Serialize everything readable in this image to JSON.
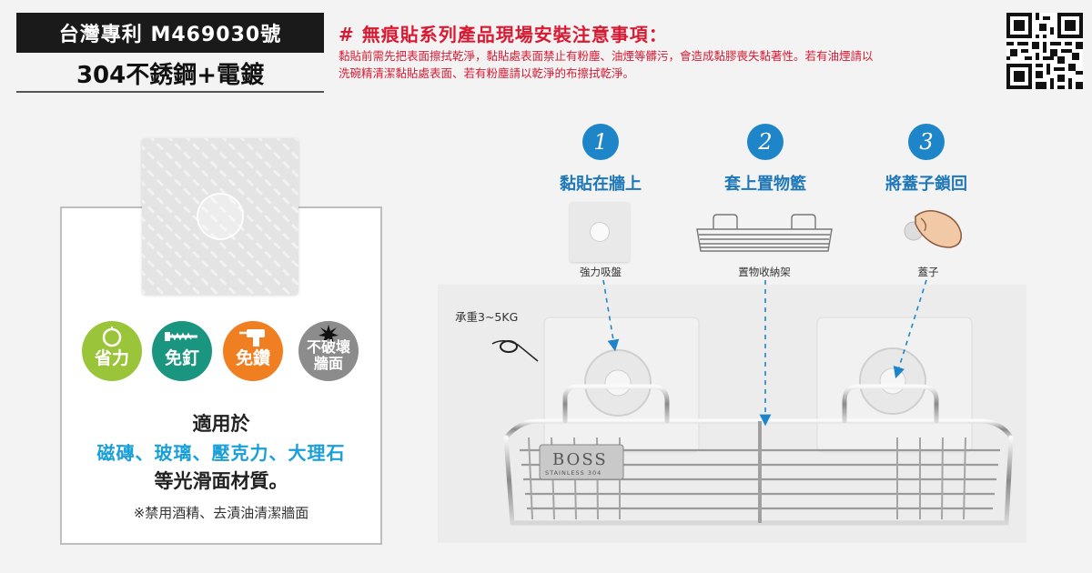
{
  "header": {
    "patent": "台灣專利 M469030號",
    "material": "304不銹鋼+電鍍"
  },
  "notice": {
    "title": "# 無痕貼系列產品現場安裝注意事項：",
    "line1": "黏貼前需先把表面擦拭乾淨，黏貼處表面禁止有粉塵、油煙等髒污，會造成黏膠喪失黏著性。若有油煙請以",
    "line2": "洗碗精清潔黏貼處表面、若有粉塵請以乾淨的布擦拭乾淨。"
  },
  "features": [
    {
      "label": "省力",
      "icon": "ring-icon",
      "color": "#9ac43a"
    },
    {
      "label": "免釘",
      "icon": "screw-icon",
      "color": "#1a9580"
    },
    {
      "label": "免鑽",
      "icon": "drill-icon",
      "color": "#f07f22"
    },
    {
      "label": "不破壞\n牆面",
      "icon": "crack-icon",
      "color": "#8c8c8c"
    }
  ],
  "usage": {
    "line1": "適用於",
    "line2": "磁磚、玻璃、壓克力、大理石",
    "line3": "等光滑面材質。",
    "note": "※禁用酒精、去漬油清潔牆面"
  },
  "steps": [
    {
      "number": "1",
      "title": "黏貼在牆上",
      "caption": "強力吸盤"
    },
    {
      "number": "2",
      "title": "套上置物籃",
      "caption": "置物收納架"
    },
    {
      "number": "3",
      "title": "將蓋子鎖回",
      "caption": "蓋子"
    }
  ],
  "photo": {
    "weight_label": "承重3~5KG",
    "brand": "BOSS",
    "brand_sub": "STAINLESS 304"
  },
  "colors": {
    "accent_red": "#d81a32",
    "step_blue": "#1e86c8",
    "usage_blue": "#1a9fd8"
  }
}
